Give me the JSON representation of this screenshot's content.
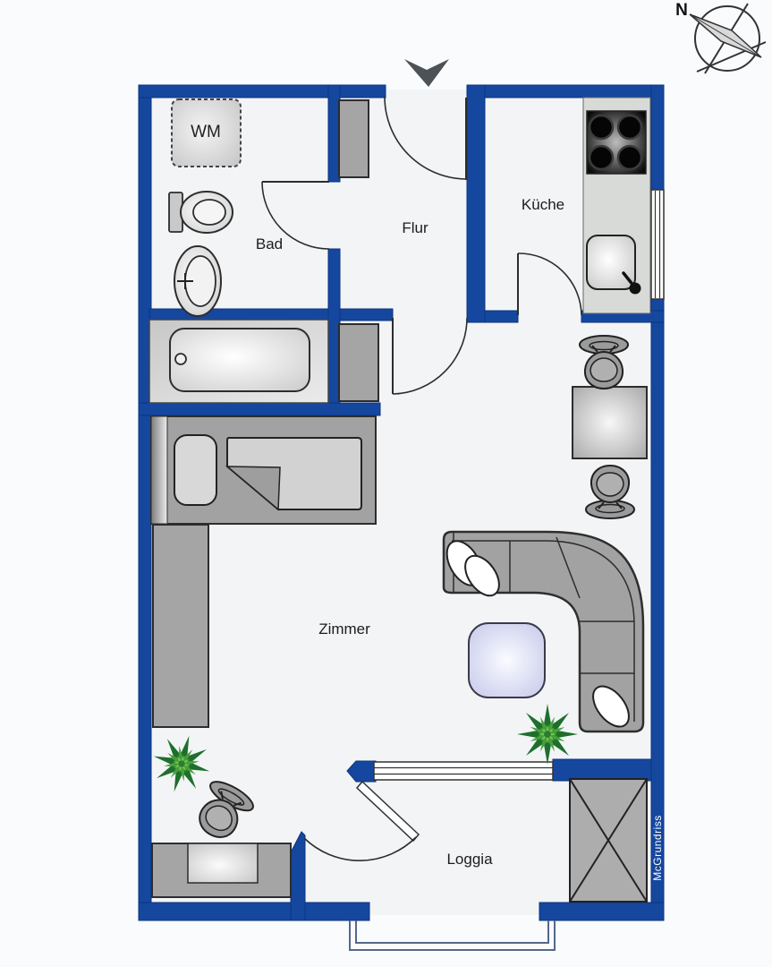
{
  "rooms": {
    "bad": "Bad",
    "flur": "Flur",
    "kueche": "Küche",
    "zimmer": "Zimmer",
    "loggia": "Loggia"
  },
  "appliance_labels": {
    "washing_machine": "WM"
  },
  "compass": {
    "north_label": "N"
  },
  "watermark": "McGrundriss",
  "colors": {
    "wall_blue": "#15479e",
    "floor": "#f2f4f6",
    "page_bg": "#fafbfc",
    "furniture_gray": "#a5a5a5",
    "furniture_light": "#d4d4d4",
    "outline_dark": "#2d2d2d",
    "coffee_table_lavender": "#d8daf0",
    "stove_black": "#0c0c0c",
    "plant_green": "#2e8b3a",
    "railing_blue_gray": "#55688c"
  }
}
